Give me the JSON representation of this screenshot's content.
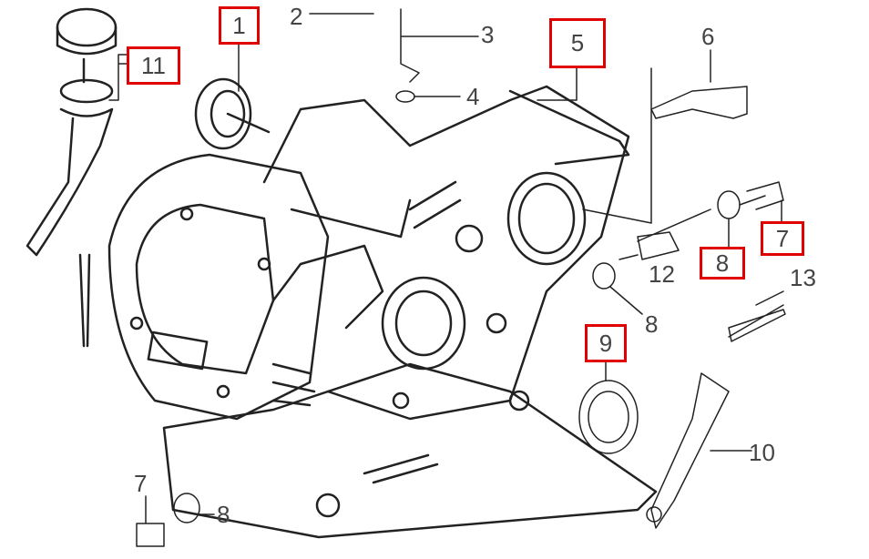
{
  "diagram": {
    "highlight_color": "#e00000",
    "line_color": "#222222",
    "callouts": [
      {
        "id": "c1",
        "label": "1",
        "highlighted": true
      },
      {
        "id": "c2",
        "label": "2",
        "highlighted": false
      },
      {
        "id": "c3",
        "label": "3",
        "highlighted": false
      },
      {
        "id": "c4",
        "label": "4",
        "highlighted": false
      },
      {
        "id": "c5",
        "label": "5",
        "highlighted": true
      },
      {
        "id": "c6",
        "label": "6",
        "highlighted": false
      },
      {
        "id": "c7a",
        "label": "7",
        "highlighted": true
      },
      {
        "id": "c8a",
        "label": "8",
        "highlighted": true
      },
      {
        "id": "c12",
        "label": "12",
        "highlighted": false
      },
      {
        "id": "c13",
        "label": "13",
        "highlighted": false
      },
      {
        "id": "c8b",
        "label": "8",
        "highlighted": false
      },
      {
        "id": "c9",
        "label": "9",
        "highlighted": true
      },
      {
        "id": "c10",
        "label": "10",
        "highlighted": false
      },
      {
        "id": "c7b",
        "label": "7",
        "highlighted": false
      },
      {
        "id": "c8c",
        "label": "8",
        "highlighted": false
      },
      {
        "id": "c11",
        "label": "11",
        "highlighted": true
      }
    ]
  }
}
